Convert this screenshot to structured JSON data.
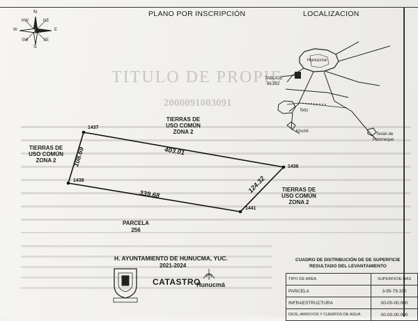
{
  "header": {
    "plan_title": "PLANO POR INSCRIPCIÓN",
    "location_title": "LOCALIZACION"
  },
  "compass": {
    "n": "N",
    "ne": "NE",
    "nw": "NW",
    "e": "E",
    "w": "W",
    "se": "SE",
    "sw": "SW",
    "s": "S"
  },
  "background_watermark": {
    "line1": "TITULO DE PROPIE",
    "folio": "2000091003091"
  },
  "plot": {
    "points": {
      "p1437": "1437",
      "p1436": "1436",
      "p1438": "1438",
      "p1441": "1441"
    },
    "dimensions": {
      "north": "403.01",
      "west": "108.69",
      "south": "339.68",
      "east": "124.32"
    },
    "labels": {
      "north": "TIERRAS DE USO COMÚN ZONA 2",
      "west": "TIERRAS DE USO COMÚN ZONA 2",
      "east": "TIERRAS DE USO COMÚN ZONA 2",
      "south_title": "PARCELA",
      "south_number": "256"
    }
  },
  "location_map": {
    "town_main": "Hunucmá",
    "tablaje_label": "TABLAJE",
    "tablaje_number": "86,852",
    "town_tetiz": "Tetiz",
    "town_kinchil": "Kinchil",
    "town_texan_1": "Texán de",
    "town_texan_2": "Palomeque"
  },
  "footer": {
    "authority": "H. AYUNTAMIENTO DE HUNUCMA, YUC.",
    "period": "2021-2024",
    "catastro": "CATASTRO",
    "logo_text": "Hunucmá"
  },
  "table": {
    "title_1": "CUADRO DE DISTRIBUCIÓN DE DE SUPERFICIE",
    "title_2": "RESULTADO DEL LEVANTAMIENTO",
    "col_type": "TIPO DE AREA",
    "col_surface": "SUPERFICIE HAS",
    "rows": [
      {
        "type": "PARCELA",
        "value": "3-95-79.330"
      },
      {
        "type": "INFRAESTRUCTURA",
        "value": "00-00-00.000"
      },
      {
        "type": "DIOS, ARROYOS Y CUERPOS DE AGUA",
        "value": "00-00-00.000"
      }
    ]
  }
}
